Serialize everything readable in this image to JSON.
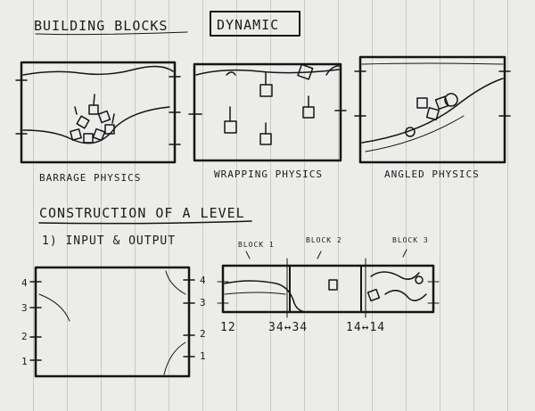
{
  "header": {
    "title": "BUILDING BLOCKS",
    "mode_box": "DYNAMIC"
  },
  "panels": [
    {
      "caption": "BARRAGE PHYSICS"
    },
    {
      "caption": "WRAPPING PHYSICS"
    },
    {
      "caption": "ANGLED PHYSICS"
    }
  ],
  "construction": {
    "heading": "CONSTRUCTION OF A LEVEL",
    "subheading": "1) INPUT & OUTPUT"
  },
  "left_box": {
    "left_ticks": [
      "4",
      "3",
      "2",
      "1"
    ],
    "right_ticks": [
      "4",
      "3",
      "2",
      "1"
    ]
  },
  "blocks": {
    "labels": [
      "BLOCK 1",
      "BLOCK 2",
      "BLOCK 3"
    ],
    "bottom_labels": [
      "12",
      "34↔34",
      "14↔14"
    ]
  },
  "colors": {
    "paper": "#ececea",
    "ink": "#151515",
    "rule_lines": "#c9c9c6"
  }
}
